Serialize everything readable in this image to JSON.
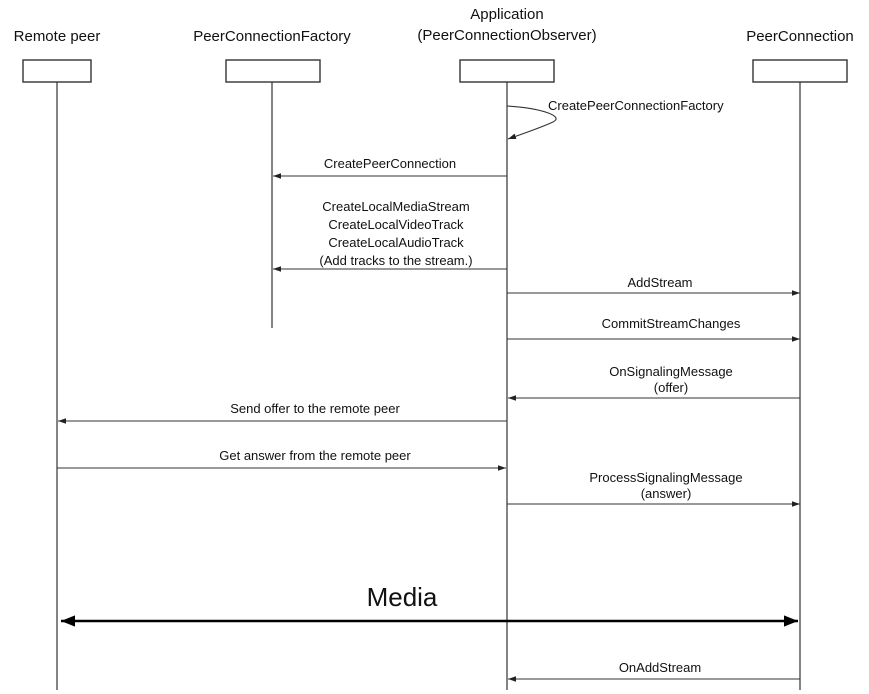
{
  "participants": [
    {
      "id": "remote",
      "lines": [
        "Remote peer"
      ]
    },
    {
      "id": "factory",
      "lines": [
        "PeerConnectionFactory"
      ]
    },
    {
      "id": "app",
      "lines": [
        "Application",
        "(PeerConnectionObserver)"
      ]
    },
    {
      "id": "pc",
      "lines": [
        "PeerConnection"
      ]
    }
  ],
  "messages": [
    {
      "id": "create-factory",
      "from": "app",
      "to": "app",
      "self": true,
      "lines": [
        "CreatePeerConnectionFactory"
      ]
    },
    {
      "id": "create-pc",
      "from": "app",
      "to": "factory",
      "lines": [
        "CreatePeerConnection"
      ]
    },
    {
      "id": "create-media",
      "from": "app",
      "to": "factory",
      "lines": [
        "CreateLocalMediaStream",
        "CreateLocalVideoTrack",
        "CreateLocalAudioTrack",
        "(Add tracks to the stream.)"
      ]
    },
    {
      "id": "add-stream",
      "from": "app",
      "to": "pc",
      "lines": [
        "AddStream"
      ]
    },
    {
      "id": "commit",
      "from": "app",
      "to": "pc",
      "lines": [
        "CommitStreamChanges"
      ]
    },
    {
      "id": "on-signaling",
      "from": "pc",
      "to": "app",
      "lines": [
        "OnSignalingMessage",
        "(offer)"
      ]
    },
    {
      "id": "send-offer",
      "from": "app",
      "to": "remote",
      "lines": [
        "Send offer to the remote peer"
      ]
    },
    {
      "id": "get-answer",
      "from": "remote",
      "to": "app",
      "lines": [
        "Get answer from the remote peer"
      ]
    },
    {
      "id": "process-signaling",
      "from": "app",
      "to": "pc",
      "lines": [
        "ProcessSignalingMessage",
        "(answer)"
      ]
    },
    {
      "id": "media",
      "from": "remote",
      "to": "pc",
      "bidirectional": true,
      "lines": [
        "Media"
      ]
    },
    {
      "id": "on-add-stream",
      "from": "pc",
      "to": "app",
      "lines": [
        "OnAddStream"
      ]
    }
  ]
}
